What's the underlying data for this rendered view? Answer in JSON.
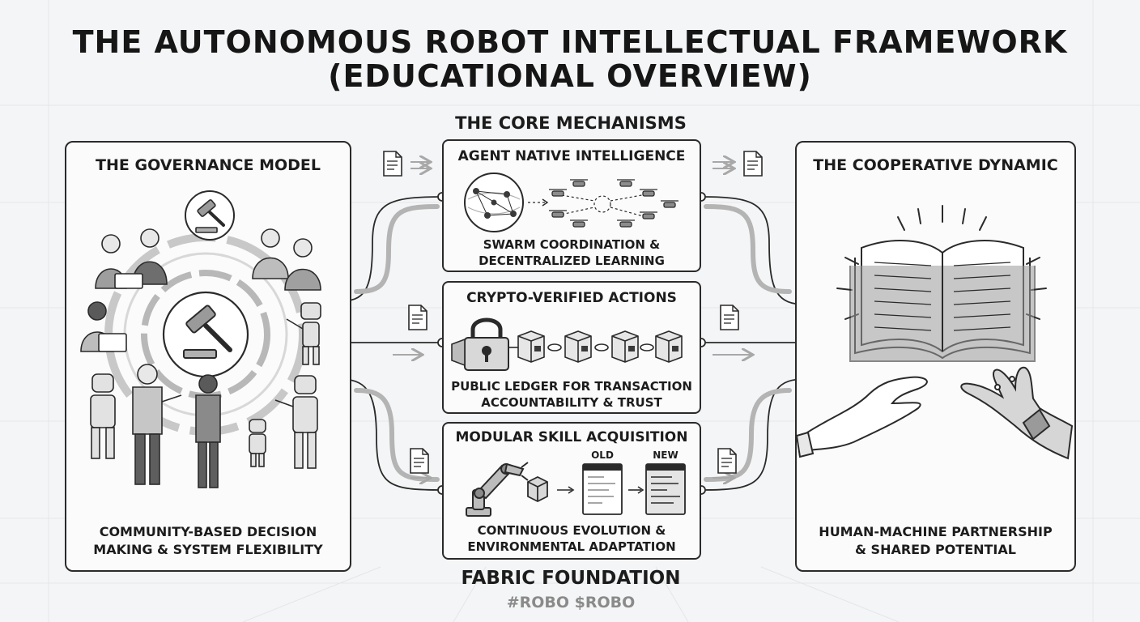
{
  "title_line1": "THE AUTONOMOUS ROBOT INTELLECTUAL FRAMEWORK",
  "title_line2": "(EDUCATIONAL OVERVIEW)",
  "core_heading": "THE CORE MECHANISMS",
  "governance": {
    "title": "THE GOVERNANCE MODEL",
    "caption_line1": "COMMUNITY-BASED DECISION",
    "caption_line2": "MAKING & SYSTEM FLEXIBILITY"
  },
  "cooperative": {
    "title": "THE COOPERATIVE DYNAMIC",
    "caption_line1": "HUMAN-MACHINE PARTNERSHIP",
    "caption_line2": "& SHARED POTENTIAL"
  },
  "mechanisms": [
    {
      "title": "AGENT NATIVE INTELLIGENCE",
      "caption_line1": "SWARM COORDINATION &",
      "caption_line2": "DECENTRALIZED LEARNING"
    },
    {
      "title": "CRYPTO-VERIFIED ACTIONS",
      "caption_line1": "PUBLIC LEDGER FOR TRANSACTION",
      "caption_line2": "ACCOUNTABILITY & TRUST"
    },
    {
      "title": "MODULAR SKILL ACQUISITION",
      "caption_line1": "CONTINUOUS EVOLUTION &",
      "caption_line2": "ENVIRONMENTAL ADAPTATION",
      "old_label": "OLD",
      "new_label": "NEW"
    }
  ],
  "footer": {
    "foundation": "FABRIC FOUNDATION",
    "tags": "#ROBO $ROBO"
  },
  "icons": {
    "governance": "gavel-icon",
    "book": "open-book-icon",
    "lock": "padlock-icon",
    "document": "document-icon",
    "drone": "drone-icon",
    "robot_arm": "robot-arm-icon"
  },
  "colors": {
    "ink": "#1c1c1c",
    "background": "#f4f5f6",
    "accent_gray": "#8c8c8c",
    "footer_gray": "#8a8a8a"
  }
}
